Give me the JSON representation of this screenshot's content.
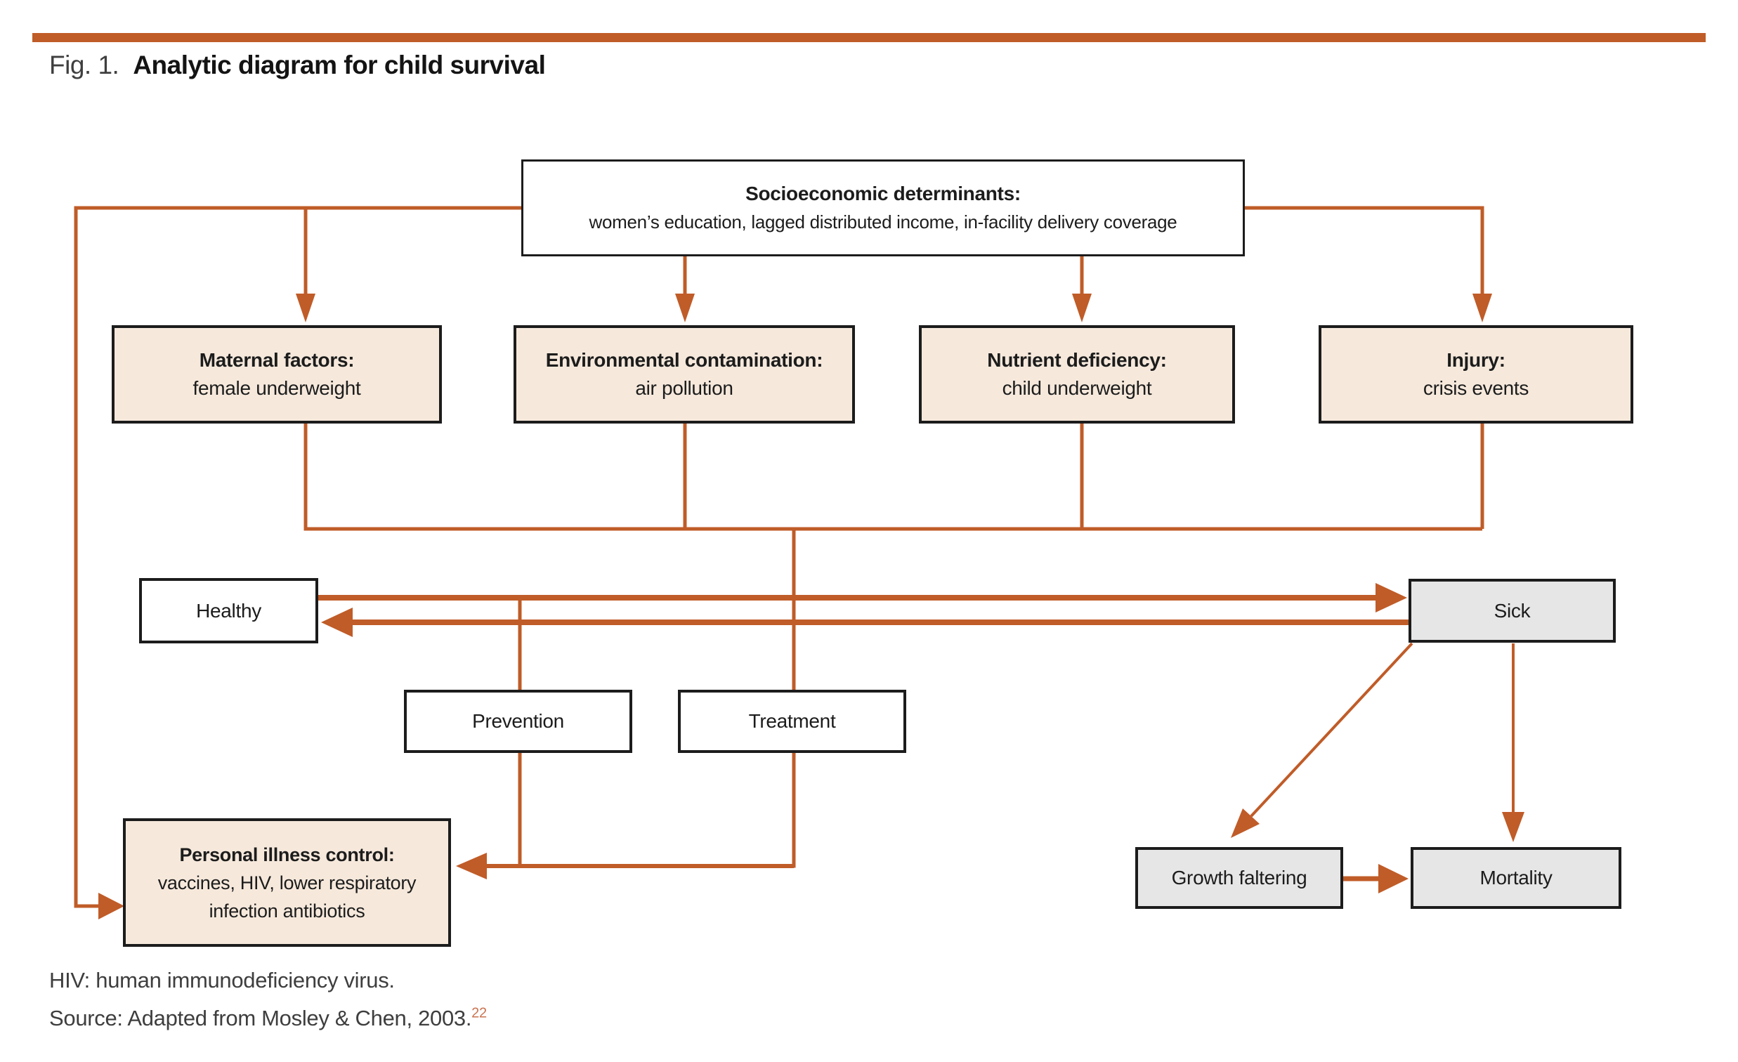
{
  "figure": {
    "fig_label": "Fig. 1.",
    "title": "Analytic diagram for child survival"
  },
  "boxes": {
    "socioeconomic": {
      "heading": "Socioeconomic determinants:",
      "detail": "women’s education, lagged distributed income, in-facility delivery coverage"
    },
    "maternal": {
      "heading": "Maternal factors:",
      "detail": "female underweight"
    },
    "environmental": {
      "heading": "Environmental contamination:",
      "detail": "air pollution"
    },
    "nutrient": {
      "heading": "Nutrient deficiency:",
      "detail": "child underweight"
    },
    "injury": {
      "heading": "Injury:",
      "detail": "crisis events"
    },
    "healthy": {
      "label": "Healthy"
    },
    "sick": {
      "label": "Sick"
    },
    "prevention": {
      "label": "Prevention"
    },
    "treatment": {
      "label": "Treatment"
    },
    "personal_illness_control": {
      "heading": "Personal illness control:",
      "detail": "vaccines, HIV, lower respiratory infection antibiotics"
    },
    "growth_faltering": {
      "label": "Growth faltering"
    },
    "mortality": {
      "label": "Mortality"
    }
  },
  "footnotes": {
    "abbreviation": "HIV: human immunodeficiency virus.",
    "source": "Source: Adapted from Mosley & Chen, 2003.",
    "source_ref_mark": "22"
  },
  "colors": {
    "accent": "#c05c28",
    "box_beige": "#f6e9dc",
    "box_gray": "#e6e6e6",
    "border_black": "#1c1c1c",
    "title_gray": "#3f3f3f",
    "footnote_gray": "#3e3e3e",
    "ref_mark_orange": "#cb7350"
  }
}
